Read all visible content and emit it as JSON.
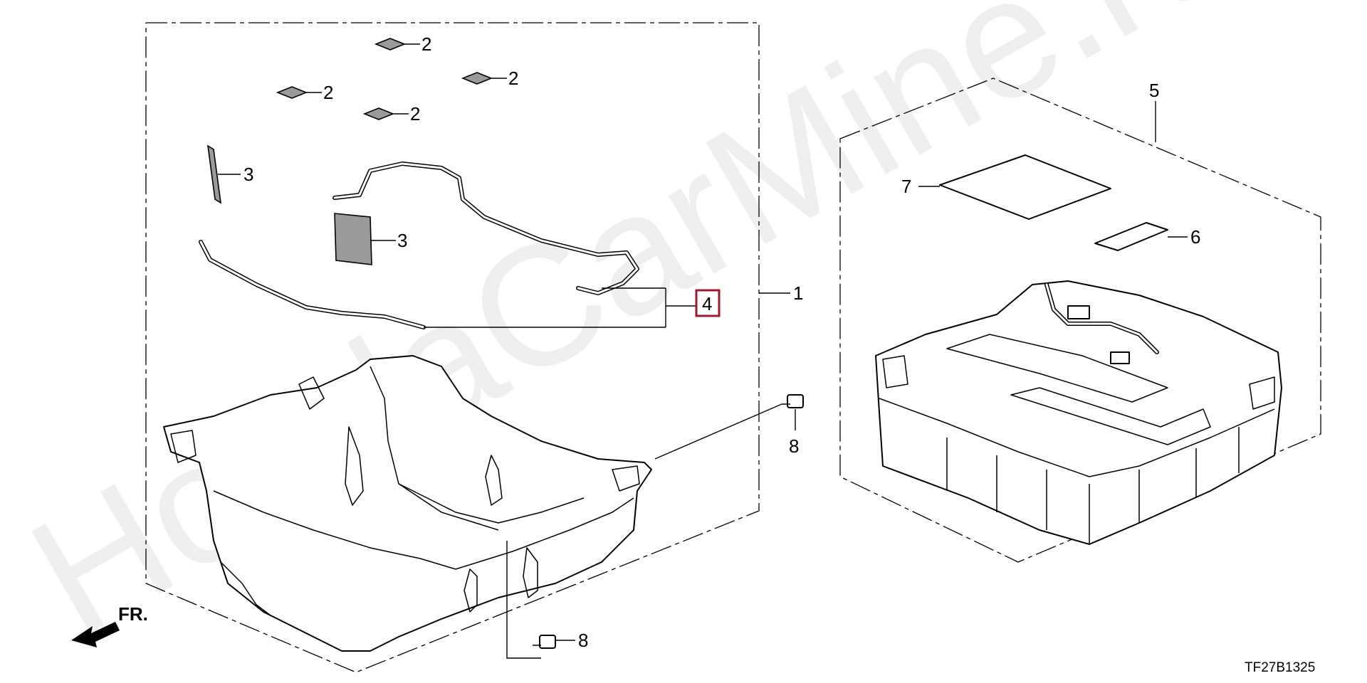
{
  "diagram": {
    "watermark": "HondaCarMine.ru",
    "drawing_code": "TF27B1325",
    "front_marker": "FR.",
    "callouts": {
      "part_1": "1",
      "part_2a": "2",
      "part_2b": "2",
      "part_2c": "2",
      "part_2d": "2",
      "part_3a": "3",
      "part_3b": "3",
      "part_4": "4",
      "part_5": "5",
      "part_6": "6",
      "part_7": "7",
      "part_8a": "8",
      "part_8b": "8"
    },
    "highlighted_callout": "4",
    "colors": {
      "highlight_border": "#9b1b30",
      "line": "#000000",
      "pad_fill": "#9a9a9a"
    }
  }
}
